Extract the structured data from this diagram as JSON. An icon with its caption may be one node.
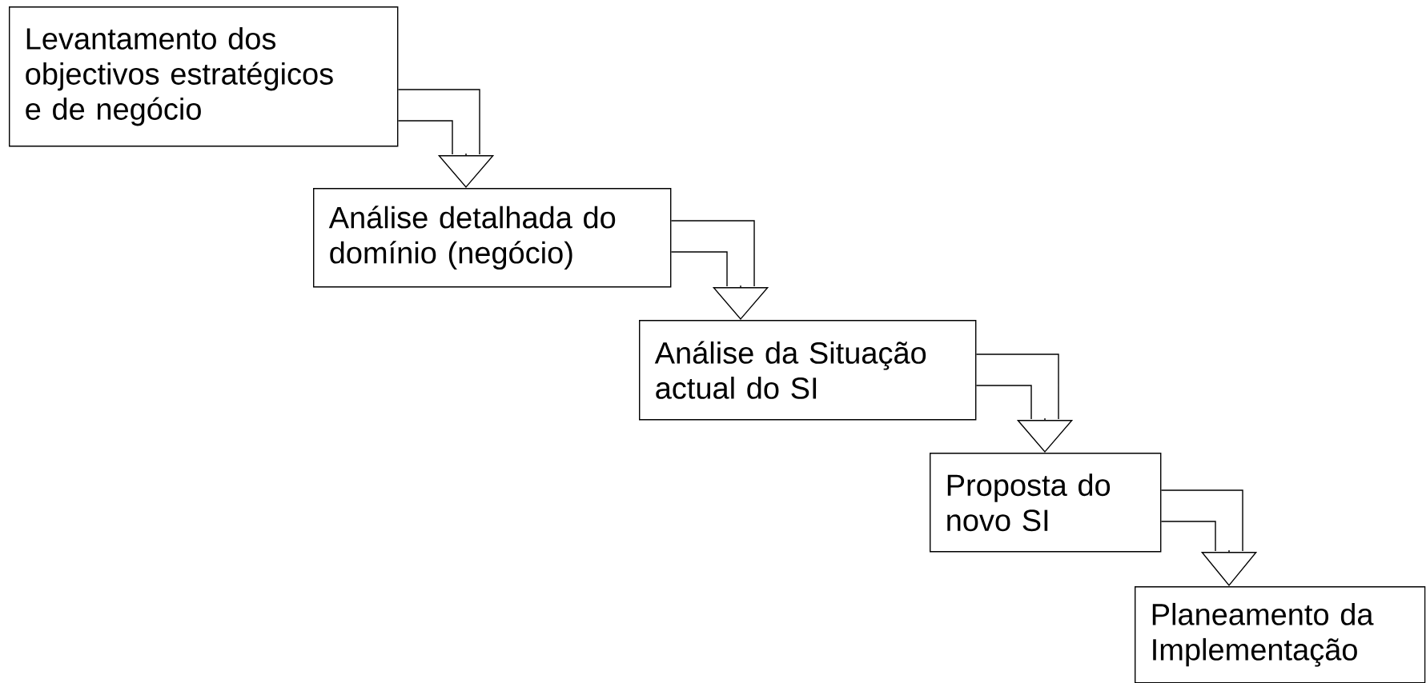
{
  "diagram": {
    "nodes": [
      {
        "text": [
          "Levantamento dos objectivos estratégicos e de negócio"
        ]
      },
      {
        "text": [
          "Análise detalhada do domínio (negócio)"
        ]
      },
      {
        "text": [
          "Análise da Situação actual do SI"
        ]
      },
      {
        "text": [
          "Proposta do novo SI"
        ]
      },
      {
        "text": [
          "Planeamento da Implementação"
        ]
      }
    ],
    "edges": [
      {
        "from": 0,
        "to": 1,
        "arrow": "to"
      },
      {
        "from": 1,
        "to": 2,
        "arrow": "to"
      },
      {
        "from": 2,
        "to": 3,
        "arrow": "to"
      },
      {
        "from": 3,
        "to": 4,
        "arrow": "to"
      }
    ]
  }
}
